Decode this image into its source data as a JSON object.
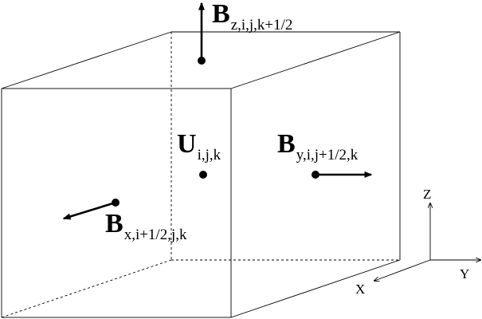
{
  "labels": {
    "bz": {
      "symbol": "B",
      "subscript": "z,i,j,k+1/2"
    },
    "u": {
      "symbol": "U",
      "subscript": "i,j,k"
    },
    "by": {
      "symbol": "B",
      "subscript": "y,i,j+1/2,k"
    },
    "bx": {
      "symbol": "B",
      "subscript": "x,i+1/2,j,k"
    }
  },
  "axes": {
    "z": "Z",
    "x": "X",
    "y": "Y"
  },
  "colors": {
    "ink": "#000000",
    "background": "#ffffff"
  }
}
